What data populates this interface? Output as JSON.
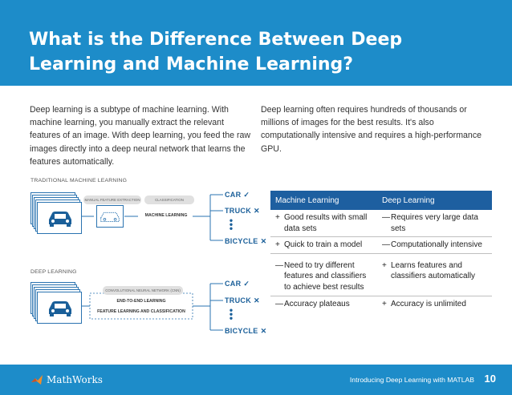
{
  "header": {
    "title": "What is the Difference Between Deep Learning and Machine Learning?"
  },
  "intro": {
    "left": "Deep learning is a subtype of machine learning. With machine learning, you manually extract the relevant features of an image. With deep learning, you feed the raw images directly into a deep neural network that learns the features automatically.",
    "right": "Deep learning often requires hundreds of thousands or millions of images for the best results. It's also computationally intensive and requires a high-performance GPU."
  },
  "traditional": {
    "section_label": "TRADITIONAL MACHINE LEARNING",
    "pill_feature": "MANUAL FEATURE EXTRACTION",
    "pill_class": "CLASSIFICATION",
    "box_label": "MACHINE LEARNING",
    "outputs": [
      "CAR",
      "TRUCK",
      "BICYCLE"
    ]
  },
  "deep": {
    "section_label": "DEEP LEARNING",
    "pill": "CONVOLUTIONAL NEURAL NETWORK (CNN)",
    "box_label": "END-TO-END LEARNING",
    "sub_label": "FEATURE LEARNING AND CLASSIFICATION",
    "outputs": [
      "CAR",
      "TRUCK",
      "BICYCLE"
    ]
  },
  "marks": {
    "check": "✓",
    "cross": "✕",
    "plus": "+",
    "minus": "—"
  },
  "table": {
    "headers": [
      "Machine Learning",
      "Deep Learning"
    ],
    "rows": [
      [
        "Good results with small data sets",
        "Requires very large data sets"
      ],
      [
        "Quick to train a model",
        "Computationally intensive"
      ],
      [
        "Need to try different features and classifiers to achieve best results",
        "Learns features and classifiers automatically"
      ],
      [
        "Accuracy plateaus",
        "Accuracy is unlimited"
      ]
    ]
  },
  "footer": {
    "logo": "MathWorks",
    "text": "Introducing Deep Learning with MATLAB",
    "page": "10"
  },
  "colors": {
    "header_blue": "#1d8cc9",
    "table_header": "#1d5fa0",
    "diagram_blue": "#1a5f99"
  }
}
